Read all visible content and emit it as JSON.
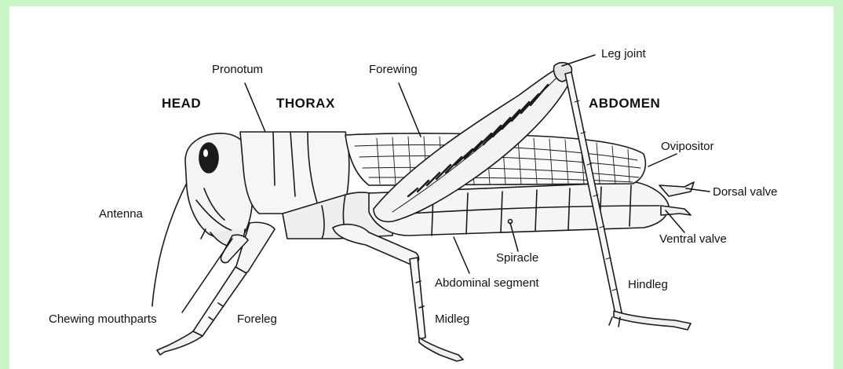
{
  "regions": {
    "head": "HEAD",
    "thorax": "THORAX",
    "abdomen": "ABDOMEN"
  },
  "labels": {
    "pronotum": "Pronotum",
    "forewing": "Forewing",
    "leg_joint": "Leg joint",
    "ovipositor": "Ovipositor",
    "dorsal_valve": "Dorsal valve",
    "ventral_valve": "Ventral valve",
    "antenna": "Antenna",
    "spiracle": "Spiracle",
    "abdominal_segment": "Abdominal segment",
    "hindleg": "Hindleg",
    "chewing_mouthparts": "Chewing mouthparts",
    "foreleg": "Foreleg",
    "midleg": "Midleg"
  },
  "colors": {
    "border": "#c9f5c9",
    "background": "#ffffff",
    "ink": "#111111"
  }
}
